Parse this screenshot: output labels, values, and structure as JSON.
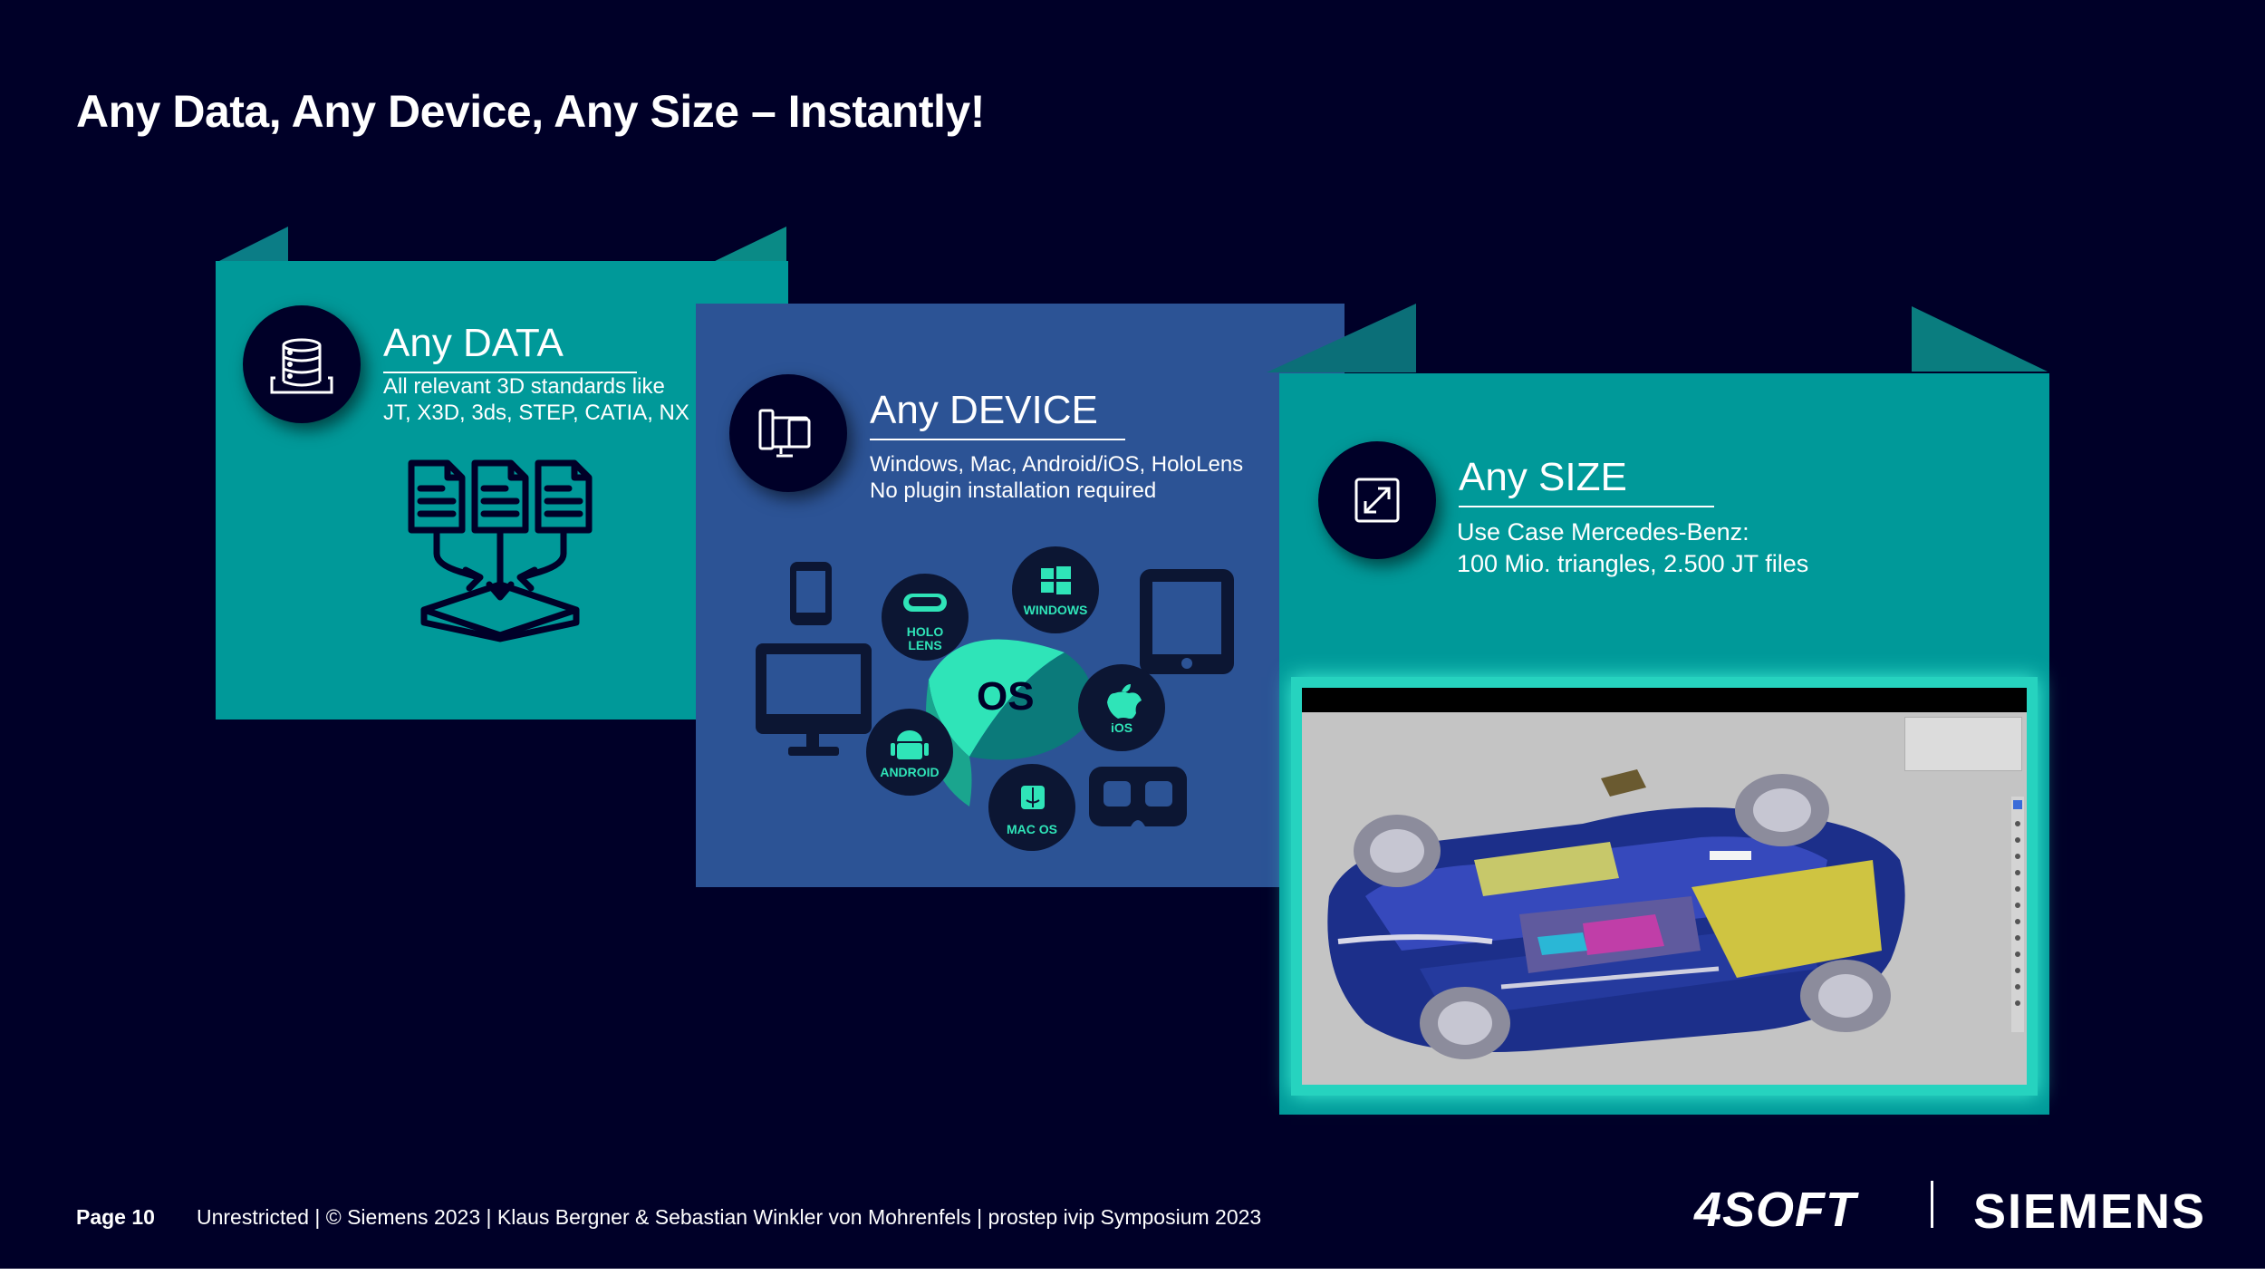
{
  "slide": {
    "title": "Any Data, Any Device, Any Size – Instantly!"
  },
  "cards": {
    "data": {
      "title": "Any DATA",
      "line1": "All relevant 3D standards like",
      "line2": "JT, X3D, 3ds, STEP, CATIA, NX",
      "icon": "database-icon",
      "illustration": "files-merge-icon"
    },
    "device": {
      "title": "Any DEVICE",
      "line1": "Windows, Mac, Android/iOS, HoloLens",
      "line2": "No plugin installation required",
      "icon": "devices-icon",
      "os_center": "OS",
      "os_items": {
        "hololens_line1": "HOLO",
        "hololens_line2": "LENS",
        "windows": "WINDOWS",
        "ios": "iOS",
        "android": "ANDROID",
        "macos": "MAC OS"
      }
    },
    "size": {
      "title": "Any SIZE",
      "line1": "Use Case Mercedes-Benz:",
      "line2": "100 Mio. triangles, 2.500 JT files",
      "icon": "expand-icon",
      "screenshot": "car-model-viewer"
    }
  },
  "footer": {
    "page": "Page 10",
    "info": "Unrestricted | © Siemens 2023 | Klaus Bergner & Sebastian Winkler von Mohrenfels | prostep ivip Symposium 2023",
    "logo_4soft": "4SOFT",
    "logo_siemens": "SIEMENS"
  },
  "colors": {
    "background": "#000028",
    "teal": "#009999",
    "blue": "#2c5395",
    "accent": "#2fe4b8"
  }
}
